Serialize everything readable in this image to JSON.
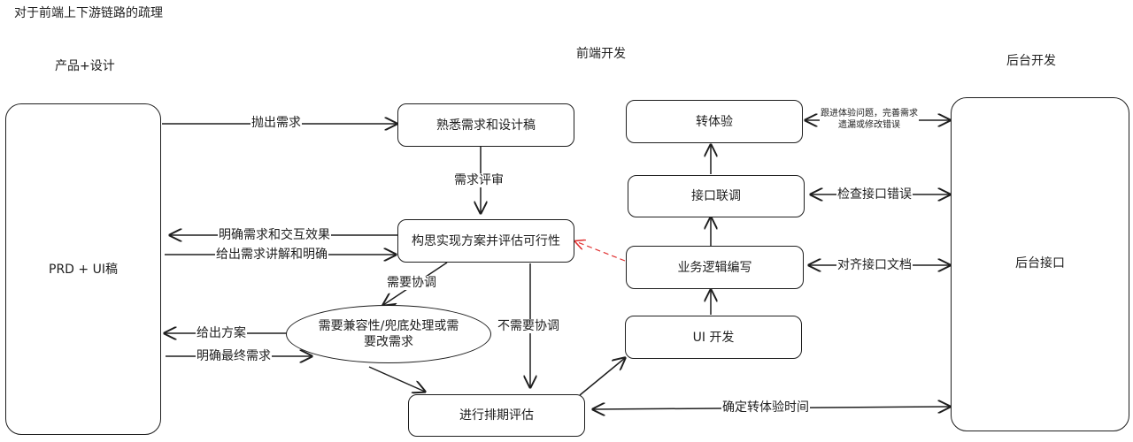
{
  "title": "对于前端上下游链路的疏理",
  "lanes": {
    "product": "产品+设计",
    "frontend": "前端开发",
    "backend": "后台开发"
  },
  "nodes": {
    "prd": "PRD + UI稿",
    "familiarize": "熟悉需求和设计稿",
    "design_solution": "构思实现方案并评估可行性",
    "compat": "需要兼容性/兜底处理或需要改需求",
    "schedule": "进行排期评估",
    "ui_dev": "UI 开发",
    "logic": "业务逻辑编写",
    "api_debug": "接口联调",
    "handoff": "转体验",
    "backend_api": "后台接口"
  },
  "edges": {
    "throw_req": "抛出需求",
    "req_review": "需求评审",
    "clarify_interaction": "明确需求和交互效果",
    "give_explanation": "给出需求讲解和明确",
    "need_coord": "需要协调",
    "no_coord": "不需要协调",
    "give_solution": "给出方案",
    "final_req": "明确最终需求",
    "confirm_time": "确定转体验时间",
    "align_docs": "对齐接口文档",
    "check_errors": "检查接口错误",
    "followup_line1": "跟进体验问题，完善需求",
    "followup_line2": "遗漏或修改错误"
  },
  "colors": {
    "stroke": "#1e1e1e",
    "feedback_dashed": "#e03131"
  }
}
